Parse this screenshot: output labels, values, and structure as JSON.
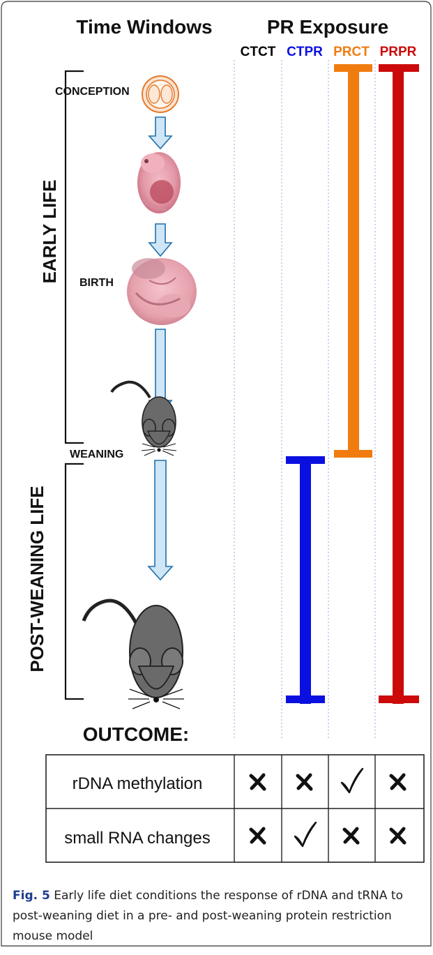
{
  "headers": {
    "time_windows": "Time Windows",
    "pr_exposure": "PR Exposure"
  },
  "groups": [
    {
      "label": "CTCT",
      "color": "#000000",
      "exposure": "none"
    },
    {
      "label": "CTPR",
      "color": "#0a10e0",
      "exposure": "post-weaning"
    },
    {
      "label": "PRCT",
      "color": "#f07c0f",
      "exposure": "early-life"
    },
    {
      "label": "PRPR",
      "color": "#cc0a0a",
      "exposure": "early-life-and-post-weaning"
    }
  ],
  "timeline": {
    "early_life": "EARLY LIFE",
    "post_weaning_life": "POST-WEANING LIFE",
    "stages": {
      "conception": "CONCEPTION",
      "birth": "BIRTH",
      "weaning": "WEANING"
    }
  },
  "outcome": {
    "title": "OUTCOME:",
    "rows": [
      {
        "label": "rDNA methylation",
        "marks": [
          "cross",
          "cross",
          "check",
          "cross"
        ]
      },
      {
        "label": "small RNA changes",
        "marks": [
          "cross",
          "check",
          "cross",
          "cross"
        ]
      }
    ]
  },
  "caption": {
    "fig": "Fig. 5",
    "text": " Early life diet conditions the response of rDNA and tRNA to post-weaning diet in a pre- and post-weaning protein restriction mouse model"
  },
  "colors": {
    "arrow_fill": "#cfe6f7",
    "arrow_stroke": "#1e6faa",
    "mouse": "#6a6a6a"
  }
}
